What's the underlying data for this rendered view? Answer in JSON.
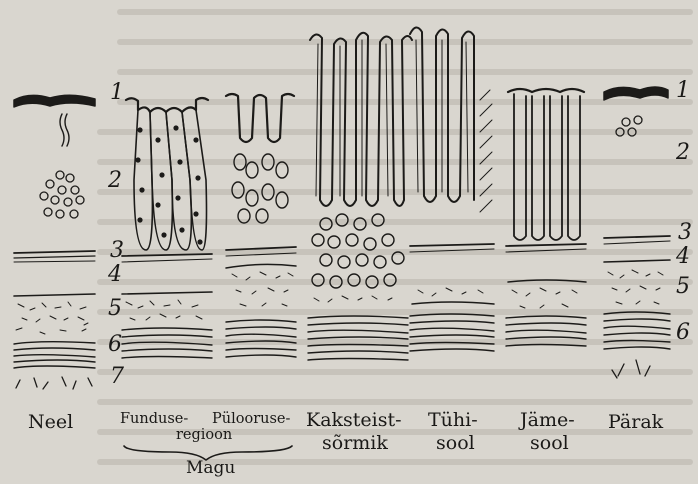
{
  "layer_numbers": {
    "left": [
      "1",
      "2",
      "3",
      "4",
      "5",
      "6",
      "7"
    ],
    "right": [
      "1",
      "2",
      "3",
      "4",
      "5",
      "6"
    ]
  },
  "sections": {
    "neel": "Neel",
    "funduse_regioon": "Funduse-",
    "pylooruse_regioon_top": "Pülooruse-",
    "pylooruse_regioon_bottom": "regioon",
    "magu": "Magu",
    "kaksteistsormik_top": "Kaksteist-",
    "kaksteistsormik_bottom": "sõrmik",
    "tyhisool_top": "Tühi-",
    "tyhisool_bottom": "sool",
    "jamesool_top": "Jäme-",
    "jamesool_bottom": "sool",
    "parak": "Pärak"
  },
  "colors": {
    "ink": "#1c1b19",
    "paper": "#d9d6cf"
  }
}
